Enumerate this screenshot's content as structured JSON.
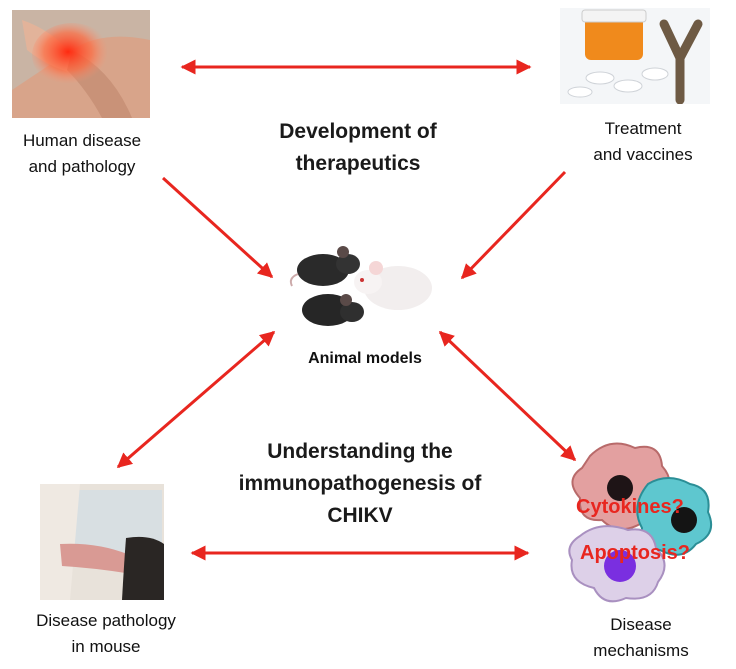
{
  "nodes": {
    "human_disease": {
      "line1": "Human disease",
      "line2": "and pathology"
    },
    "treatment": {
      "line1": "Treatment",
      "line2": "and vaccines"
    },
    "animal_models": {
      "line1": "Animal models"
    },
    "mouse_pathology": {
      "line1": "Disease pathology",
      "line2": "in mouse"
    },
    "mechanisms": {
      "line1": "Disease",
      "line2": "mechanisms"
    }
  },
  "central_labels": {
    "development": {
      "line1": "Development of",
      "line2": "therapeutics"
    },
    "understanding": {
      "line1": "Understanding the",
      "line2": "immunopathogenesis of",
      "line3": "CHIKV"
    }
  },
  "cell_annotations": {
    "cytokines": "Cytokines?",
    "apoptosis": "Apoptosis?"
  },
  "colors": {
    "arrow": "#e8261f",
    "text": "#111111",
    "annotation": "#e8261f"
  }
}
